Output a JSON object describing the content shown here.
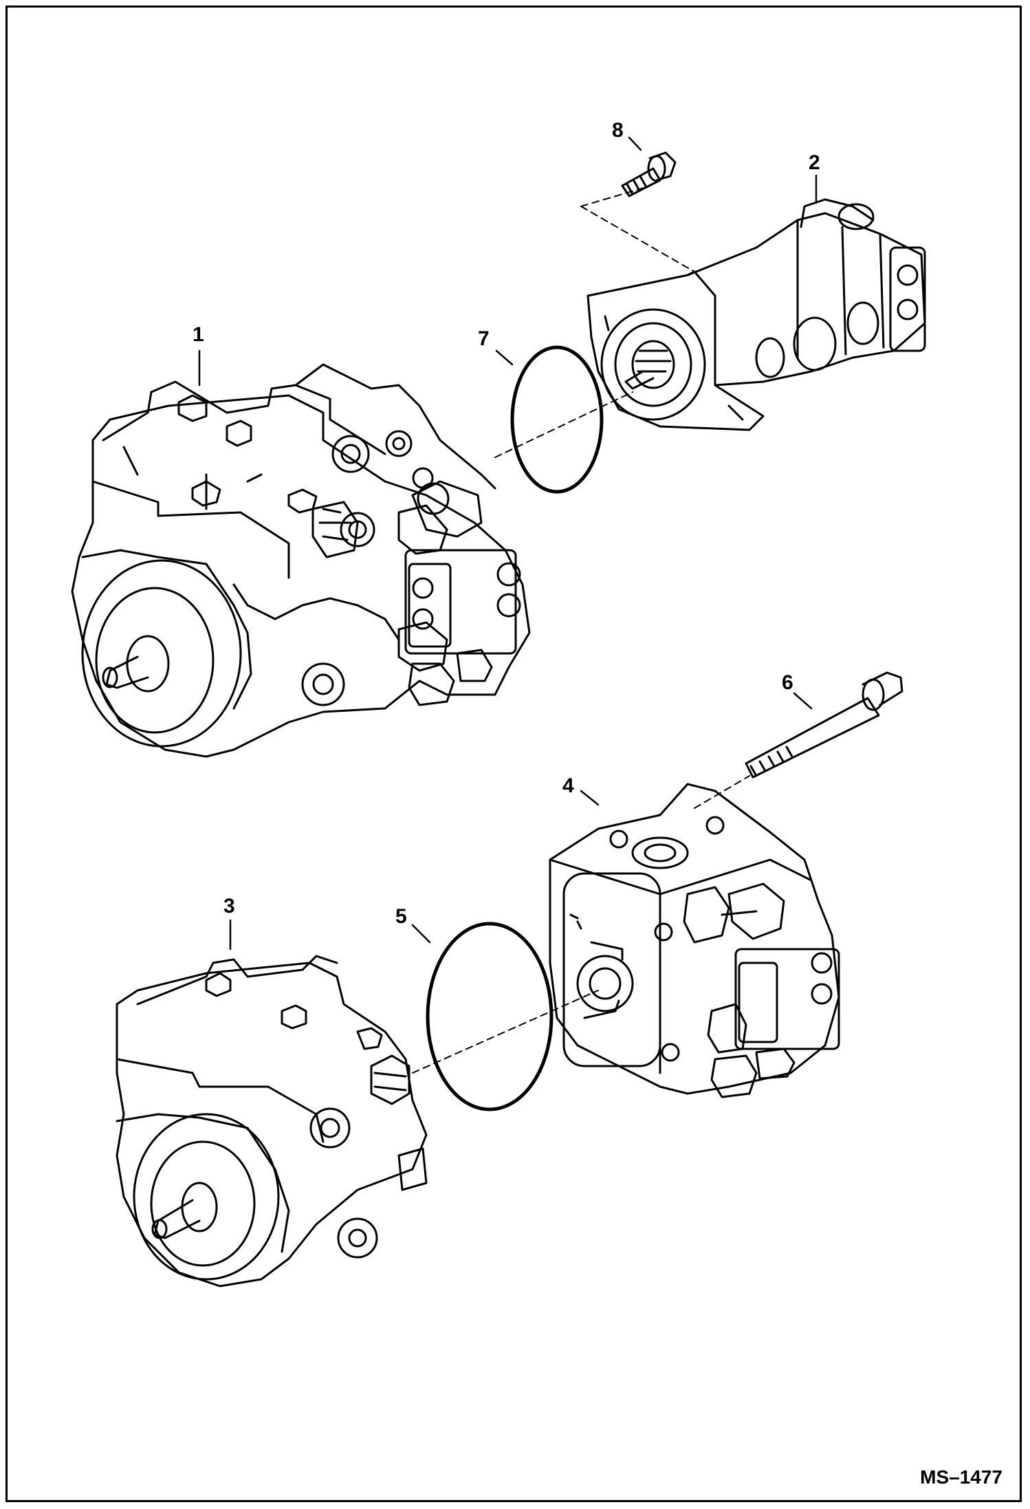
{
  "callouts": [
    "1",
    "2",
    "3",
    "4",
    "5",
    "6",
    "7",
    "8"
  ],
  "drawing_id": "MS–1477",
  "colors": {
    "line": "#000000",
    "background": "#ffffff"
  }
}
